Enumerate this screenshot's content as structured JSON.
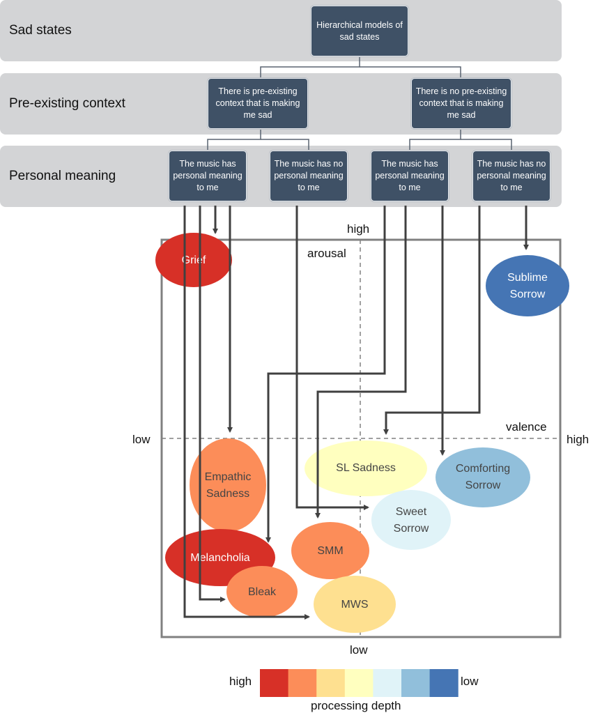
{
  "rows": [
    {
      "label": "Sad states"
    },
    {
      "label": "Pre-existing context"
    },
    {
      "label": "Personal meaning"
    }
  ],
  "tree": {
    "root": "Hierarchical models of sad states",
    "context": [
      "There is pre-existing context that is making me sad",
      "There is no pre-existing context that is making me sad"
    ],
    "meaning": [
      "The music has personal meaning to me",
      "The music has no personal meaning to me",
      "The music has personal meaning to me",
      "The music has no personal meaning to me"
    ]
  },
  "axes": {
    "arousal_label": "arousal",
    "arousal_high": "high",
    "arousal_low": "low",
    "valence_label": "valence",
    "valence_low": "low",
    "valence_high": "high"
  },
  "states": [
    {
      "name": "Grief",
      "lines": [
        "Grief"
      ],
      "depth": "high",
      "color": "#d73027",
      "text_color": "#ffffff"
    },
    {
      "name": "Sublime Sorrow",
      "lines": [
        "Sublime",
        "Sorrow"
      ],
      "depth": "low",
      "color": "#4575b4",
      "text_color": "#ffffff"
    },
    {
      "name": "Empathic Sadness",
      "lines": [
        "Empathic",
        "Sadness"
      ],
      "depth": "high-mid",
      "color": "#fc8d59",
      "text_color": "#444444"
    },
    {
      "name": "SL Sadness",
      "lines": [
        "SL Sadness"
      ],
      "depth": "mid",
      "color": "#ffffbf",
      "text_color": "#444444"
    },
    {
      "name": "Comforting Sorrow",
      "lines": [
        "Comforting",
        "Sorrow"
      ],
      "depth": "low-mid",
      "color": "#91bfdb",
      "text_color": "#444444"
    },
    {
      "name": "Sweet Sorrow",
      "lines": [
        "Sweet",
        "Sorrow"
      ],
      "depth": "mid-low",
      "color": "#e0f3f8",
      "text_color": "#444444"
    },
    {
      "name": "Melancholia",
      "lines": [
        "Melancholia"
      ],
      "depth": "high",
      "color": "#d73027",
      "text_color": "#ffffff"
    },
    {
      "name": "SMM",
      "lines": [
        "SMM"
      ],
      "depth": "high-mid",
      "color": "#fc8d59",
      "text_color": "#444444"
    },
    {
      "name": "Bleak",
      "lines": [
        "Bleak"
      ],
      "depth": "high-mid",
      "color": "#fc8d59",
      "text_color": "#444444"
    },
    {
      "name": "MWS",
      "lines": [
        "MWS"
      ],
      "depth": "mid-high",
      "color": "#fee090",
      "text_color": "#444444"
    }
  ],
  "legend": {
    "high_label": "high",
    "low_label": "low",
    "title": "processing depth",
    "colors": [
      "#d73027",
      "#fc8d59",
      "#fee090",
      "#ffffbf",
      "#e0f3f8",
      "#91bfdb",
      "#4575b4"
    ]
  }
}
